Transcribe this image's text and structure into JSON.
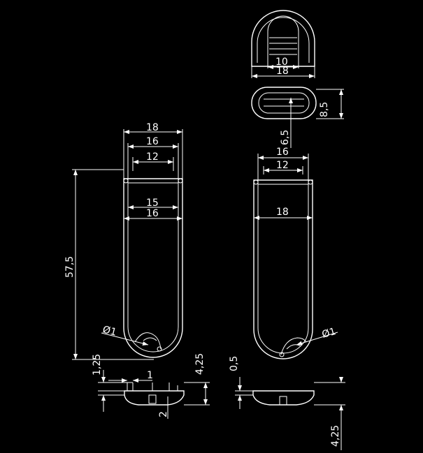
{
  "dimensions": {
    "top_inner_width": "10",
    "top_outer_width": "18",
    "slot_height": "8,5",
    "slot_depth": "6,5",
    "left_w18": "18",
    "left_w16": "16",
    "left_w12": "12",
    "left_w15": "15",
    "left_w16b": "16",
    "left_length": "57,5",
    "left_hole": "Ø1",
    "right_w16": "16",
    "right_w12": "12",
    "right_w18": "18",
    "right_hole": "Ø1",
    "side_1_25": "1,25",
    "side_1": "1",
    "side_4_25": "4,25",
    "side_2": "2",
    "side_0_5": "0,5",
    "side_4_25b": "4,25"
  }
}
